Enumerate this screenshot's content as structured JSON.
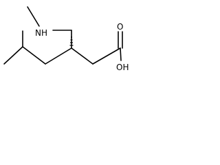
{
  "molecule": {
    "labels": {
      "nh": "NH",
      "o": "O",
      "oh": "OH"
    },
    "colors": {
      "bond": "#000000",
      "text": "#000000",
      "background": "#ffffff"
    }
  }
}
